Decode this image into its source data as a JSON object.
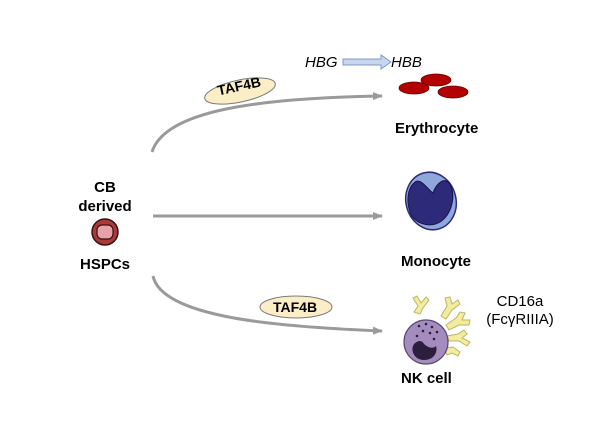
{
  "source": {
    "label_line1": "CB",
    "label_line2": "derived",
    "label_bottom": "HSPCs"
  },
  "hemoglobin_switch": {
    "from": "HBG",
    "to": "HBB"
  },
  "regulators": [
    {
      "label": "TAF4B",
      "pathway": "erythrocyte"
    },
    {
      "label": "TAF4B",
      "pathway": "nk-cell"
    }
  ],
  "targets": [
    {
      "id": "erythrocyte",
      "label": "Erythrocyte"
    },
    {
      "id": "monocyte",
      "label": "Monocyte"
    },
    {
      "id": "nk-cell",
      "label": "NK cell"
    }
  ],
  "nk_marker": {
    "line1": "CD16a",
    "line2": "(FcγRIIIA)"
  },
  "colors": {
    "arrow": "#9a9a9a",
    "pill_fill": "#fbeec6",
    "rbc": "#b30000",
    "monocyte_cyto": "#8fa8dc",
    "monocyte_nucleus": "#2e2a7a",
    "nk_cyto": "#a48cbf",
    "receptor": "#f2eca0"
  }
}
